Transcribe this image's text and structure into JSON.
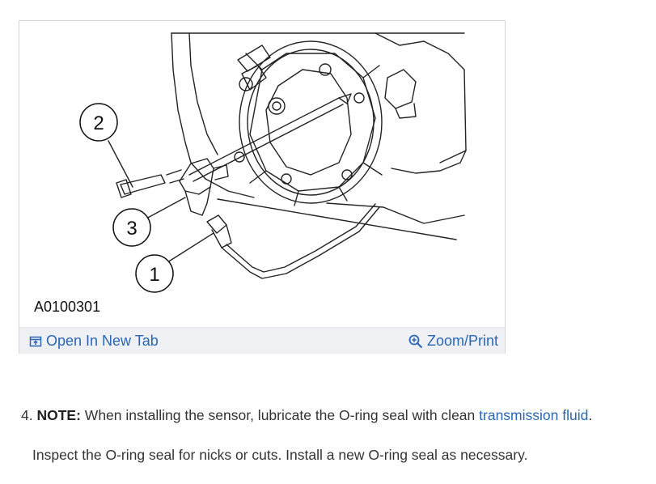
{
  "figure": {
    "callouts": [
      "1",
      "2",
      "3"
    ],
    "figure_id": "A0100301",
    "open_tab_label": "Open In New Tab",
    "zoom_label": "Zoom/Print"
  },
  "step": {
    "number": "4.",
    "note_label": "NOTE:",
    "text_before": " When installing the sensor, lubricate the O-ring seal with clean ",
    "link_text": "transmission fluid",
    "text_after": "."
  },
  "paragraph": "Inspect the O-ring seal for nicks or cuts. Install a new O-ring seal as necessary.",
  "colors": {
    "link": "#2a66b3",
    "bar": "#eef0f3"
  }
}
